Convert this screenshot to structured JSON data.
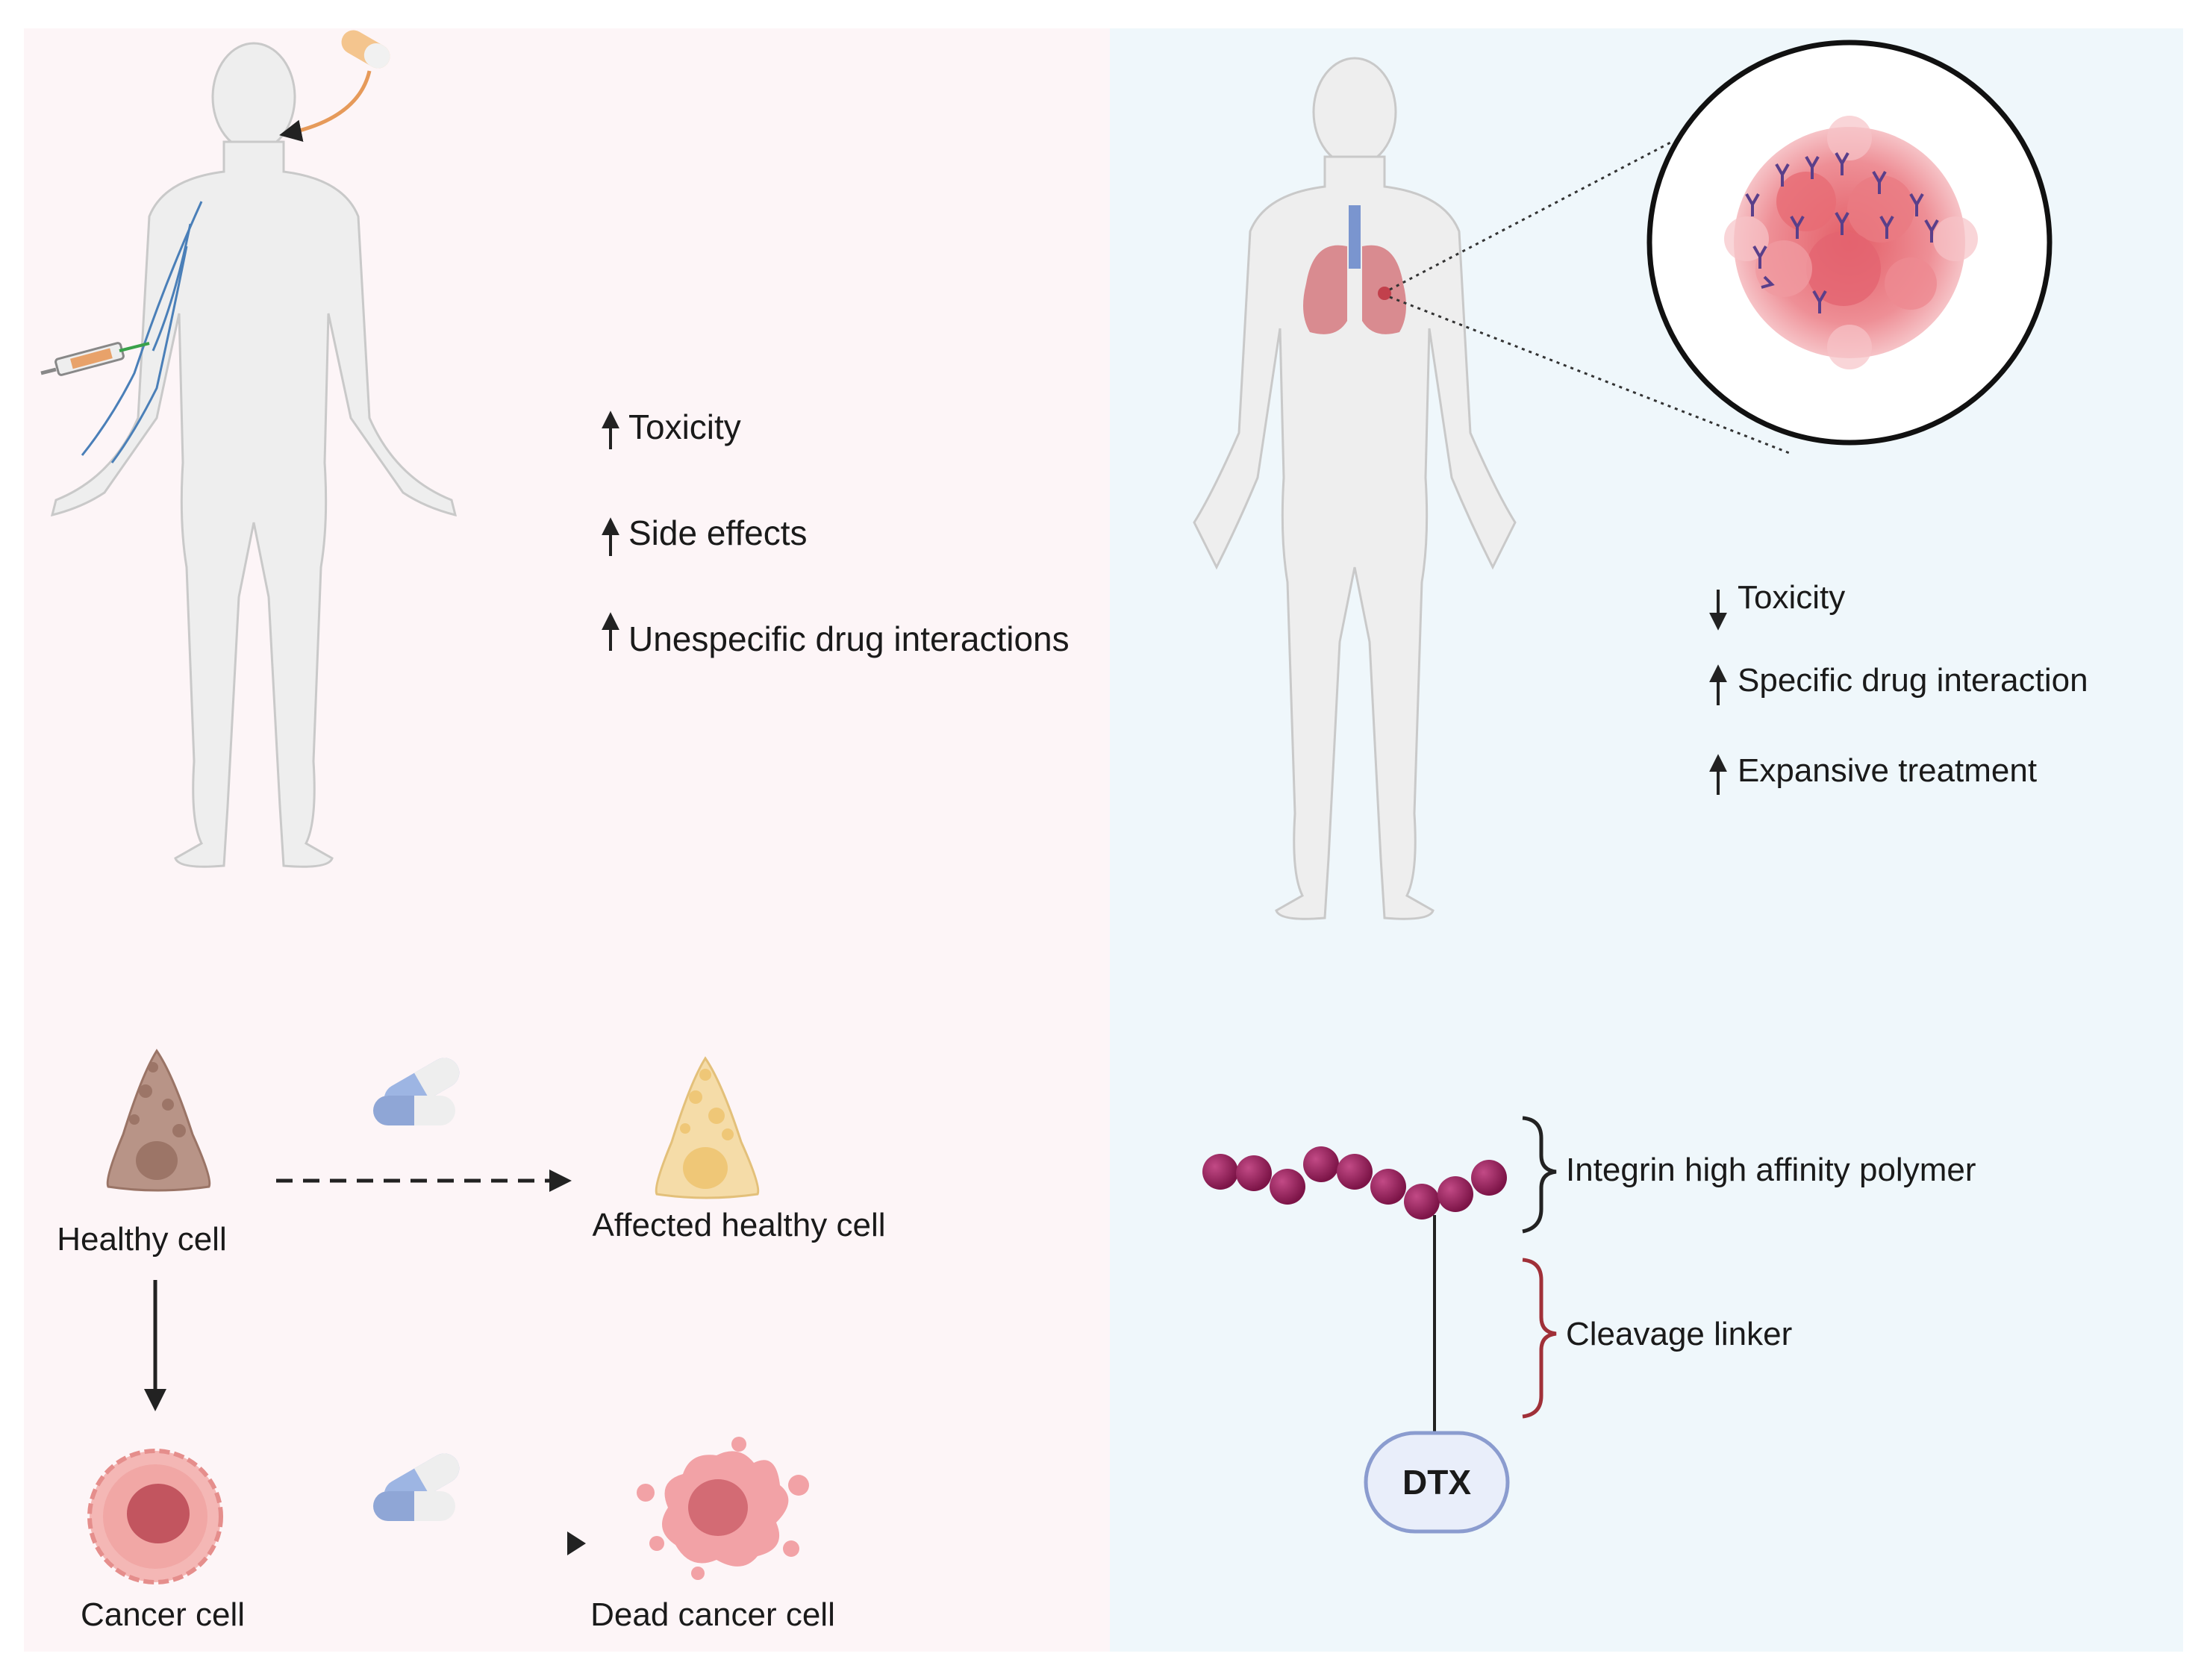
{
  "left_panel": {
    "effects": [
      {
        "direction": "up",
        "label": "Toxicity"
      },
      {
        "direction": "up",
        "label": "Side effects"
      },
      {
        "direction": "up",
        "label": "Unespecific drug interactions"
      }
    ],
    "cells": {
      "healthy": "Healthy cell",
      "affected": "Affected healthy cell",
      "cancer": "Cancer cell",
      "dead": "Dead cancer cell"
    }
  },
  "right_panel": {
    "effects": [
      {
        "direction": "down",
        "label": "Toxicity"
      },
      {
        "direction": "up",
        "label": "Specific drug interaction"
      },
      {
        "direction": "up",
        "label": "Expansive treatment"
      }
    ],
    "conjugate": {
      "polymer_label": "Integrin high affinity polymer",
      "linker_label": "Cleavage linker",
      "drug_label": "DTX"
    }
  },
  "colors": {
    "left_bg": "#fdf5f7",
    "right_bg": "#eff7fb",
    "polymer": "#8e1a52",
    "linker_brace": "#a03038",
    "drug_fill": "#e9eefa",
    "drug_stroke": "#8b9ccf"
  }
}
